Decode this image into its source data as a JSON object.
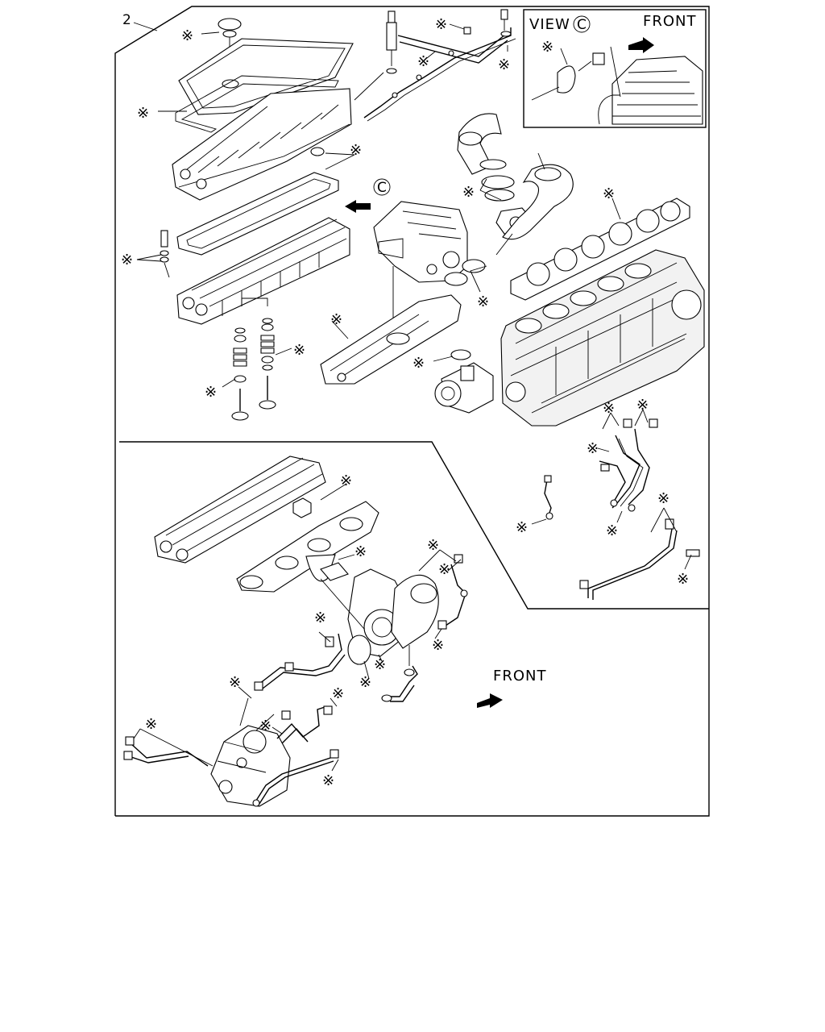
{
  "diagram": {
    "group_number": "2",
    "view_label": "VIEW",
    "view_letter": "C",
    "callout_letter": "C",
    "front_label_inset": "FRONT",
    "front_label_main": "FRONT",
    "asterisk_symbol": "※",
    "arrow_color": "#000000",
    "line_color": "#000000"
  }
}
